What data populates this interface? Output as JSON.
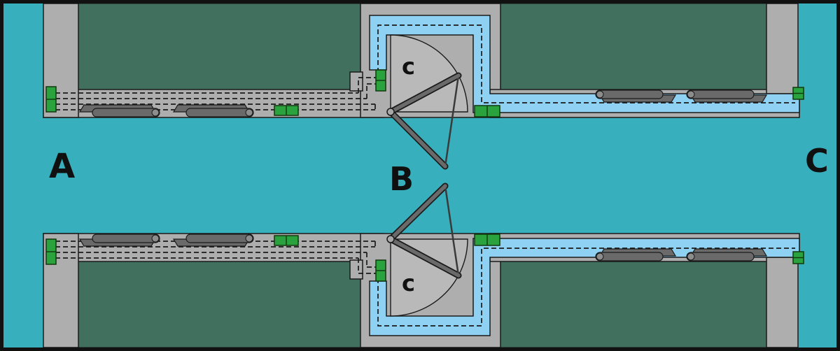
{
  "diagram": {
    "labels": {
      "basin_left": "A",
      "chamber": "B",
      "basin_right": "C",
      "gate_recess_top": "c",
      "gate_recess_bottom": "c"
    },
    "colors": {
      "water": "#38afbd",
      "land": "#41705f",
      "concrete": "#aeaeae",
      "concrete_light": "#b9b9b9",
      "culvert_water": "#8ed1f2",
      "machinery": "#6a6a6a",
      "valve": "#2aa23e",
      "outline": "#1a1a1a"
    }
  }
}
